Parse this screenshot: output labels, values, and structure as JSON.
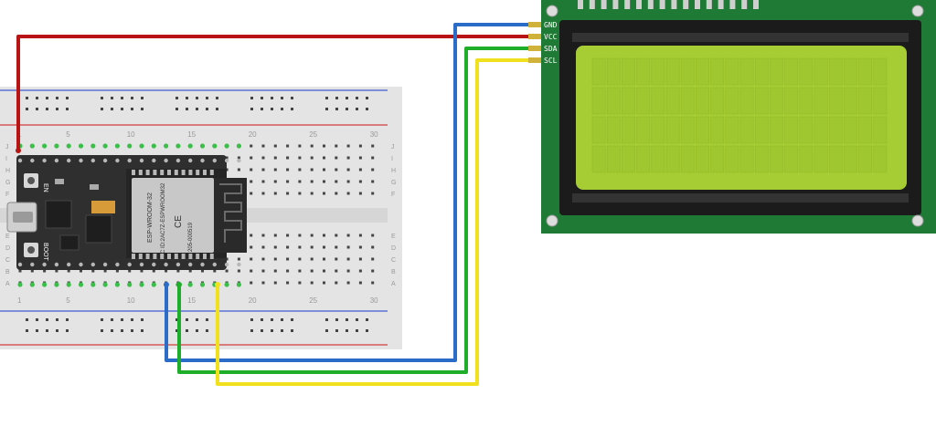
{
  "colors": {
    "background": "#ffffff",
    "breadboard": "#e4e4e4",
    "rail_red": "#d43c3c",
    "rail_blue": "#3c5ad4",
    "esp32_board": "#2f2f2f",
    "esp32_shield": "#c8c8c8",
    "lcd_pcb": "#1f7a35",
    "lcd_bezel": "#1b1b1b",
    "lcd_screen": "#a6cd34",
    "wire_red": "#b81414",
    "wire_blue": "#2a6cc8",
    "wire_green": "#1fae2a",
    "wire_yellow": "#f0e01e"
  },
  "breadboard": {
    "column_numbers": [
      "1",
      "5",
      "10",
      "15",
      "20",
      "25",
      "30"
    ],
    "rows_top": [
      "J",
      "I",
      "H",
      "G",
      "F"
    ],
    "rows_bottom": [
      "E",
      "D",
      "C",
      "B",
      "A"
    ]
  },
  "esp32": {
    "module_text_1": "ESP-WROOM-32",
    "module_text_2": "FCC ID:2AC7Z-ESPWROOM32",
    "module_text_3": "205-000519",
    "module_text_4": "CE",
    "button_en": "EN",
    "button_boot": "BOOT"
  },
  "lcd": {
    "pins": [
      {
        "label": "GND",
        "color": "blue"
      },
      {
        "label": "VCC",
        "color": "red"
      },
      {
        "label": "SDA",
        "color": "green"
      },
      {
        "label": "SCL",
        "color": "yellow"
      }
    ],
    "rows": 4,
    "cols": 20
  }
}
